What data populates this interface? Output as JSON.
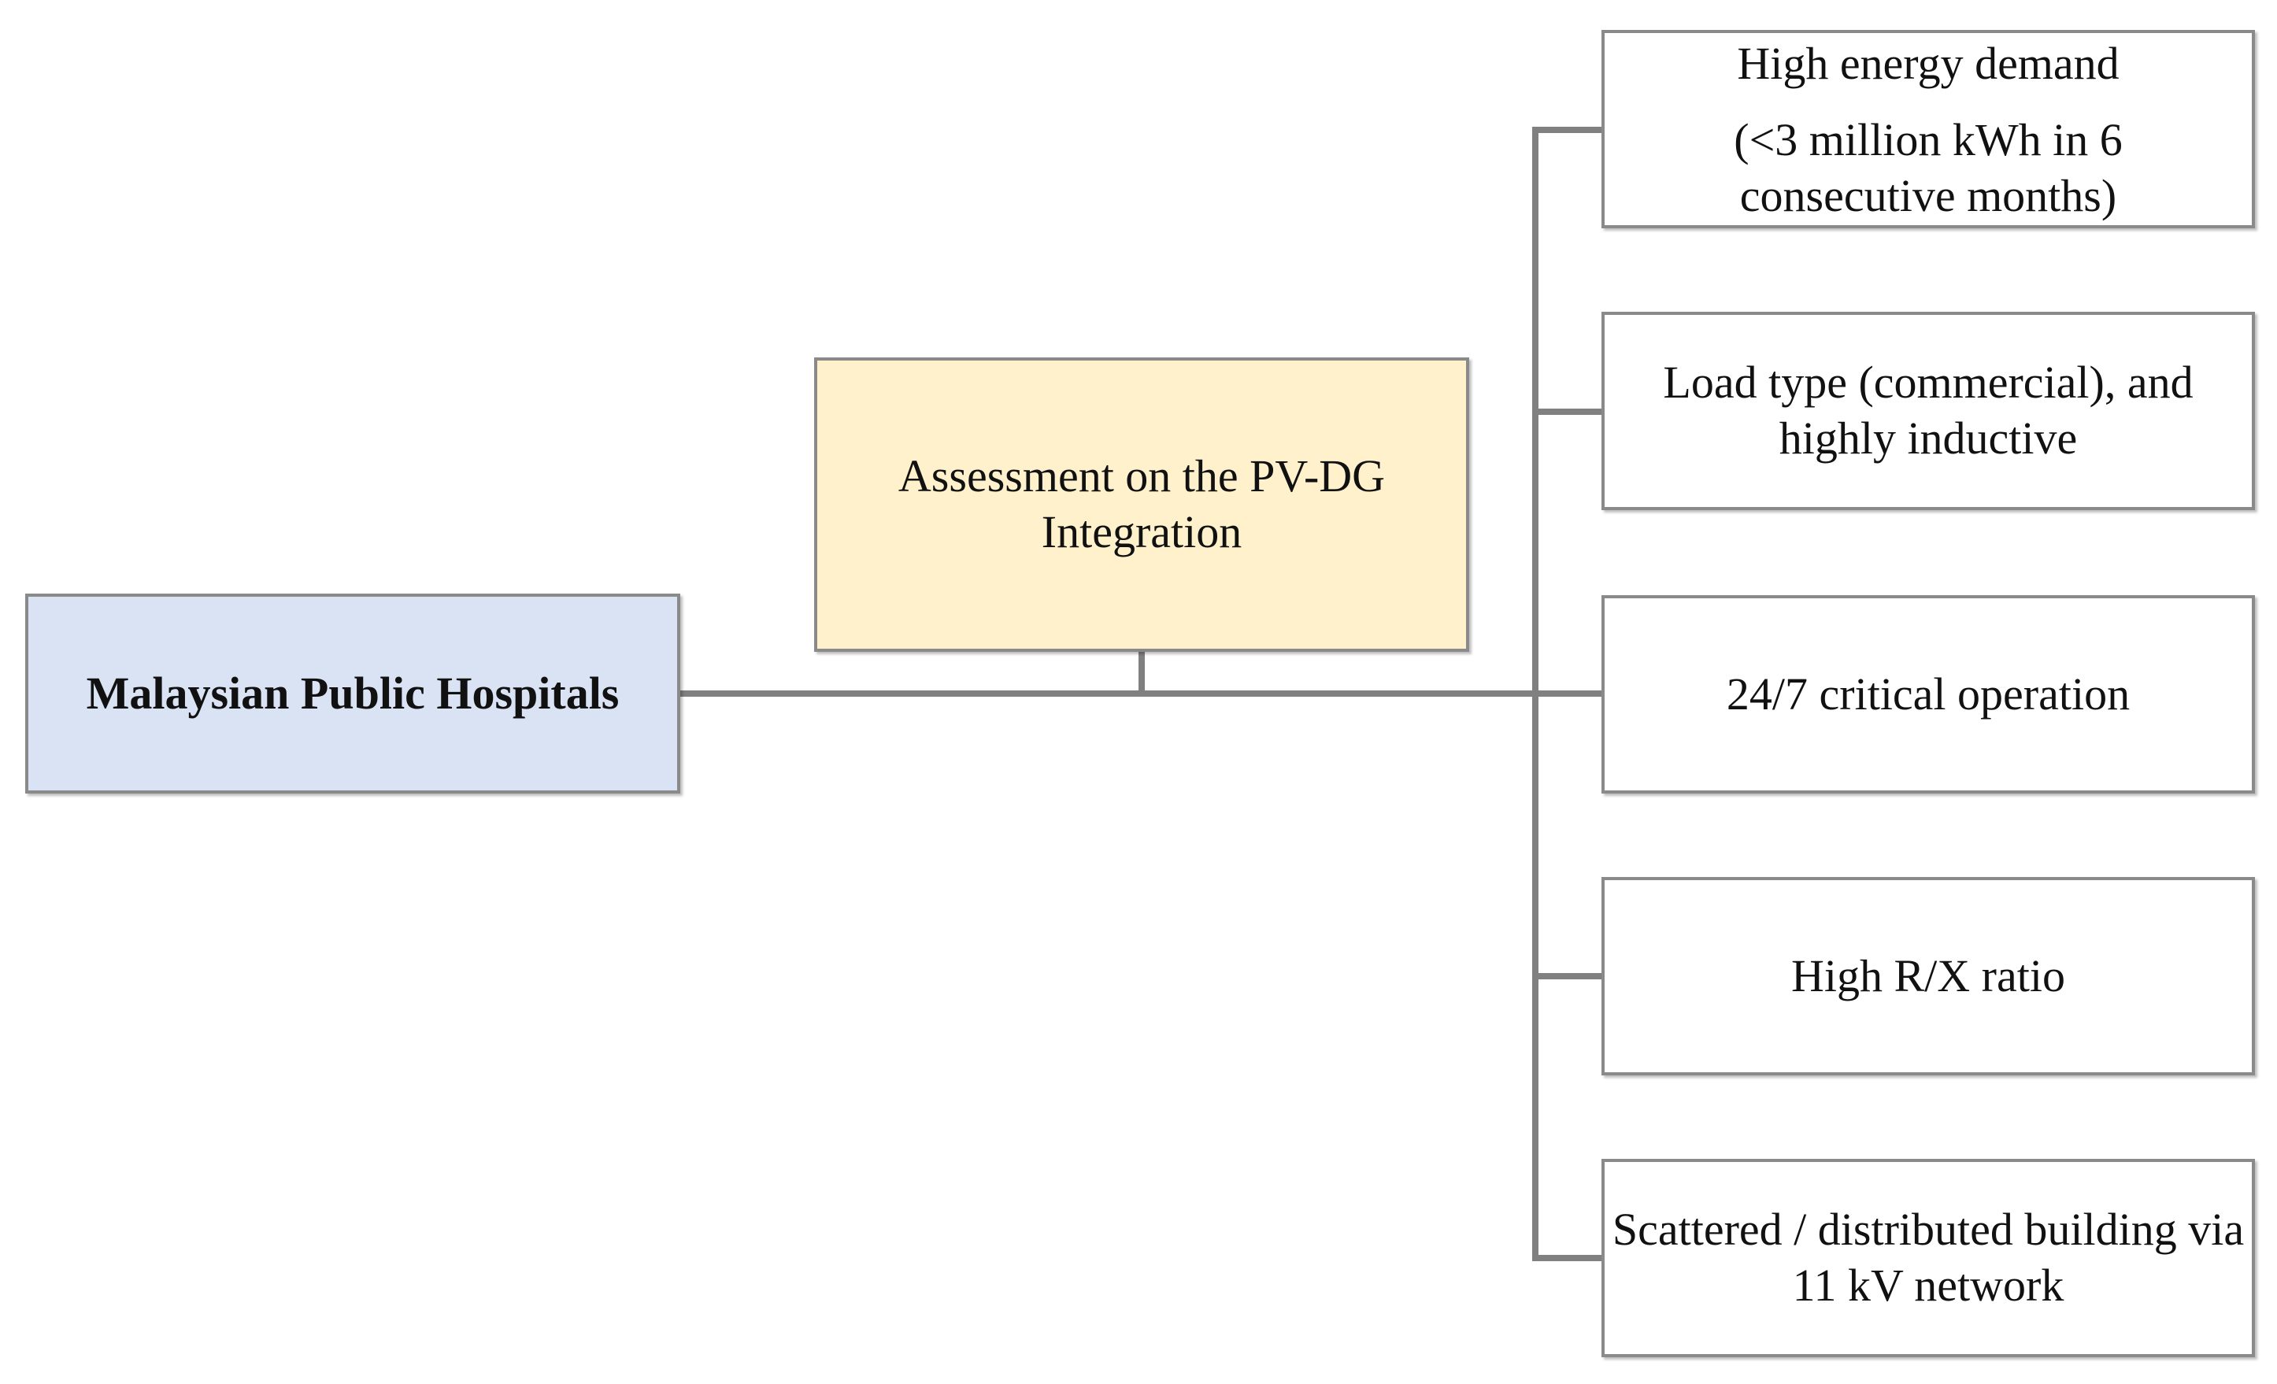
{
  "colors": {
    "root_fill": "#dae3f3",
    "assessment_fill": "#fff1cc",
    "factor_fill": "#ffffff",
    "connector": "#808080",
    "border": "#8a8a8a"
  },
  "root": {
    "label": "Malaysian Public Hospitals"
  },
  "assessment": {
    "label": "Assessment on the PV-DG Integration"
  },
  "factors": [
    {
      "line1": "High energy demand",
      "line2": "(<3 million kWh in 6 consecutive months)"
    },
    {
      "label": "Load type (commercial), and highly inductive"
    },
    {
      "label": "24/7 critical operation"
    },
    {
      "label": "High R/X ratio"
    },
    {
      "label": "Scattered / distributed building via 11 kV network"
    }
  ]
}
